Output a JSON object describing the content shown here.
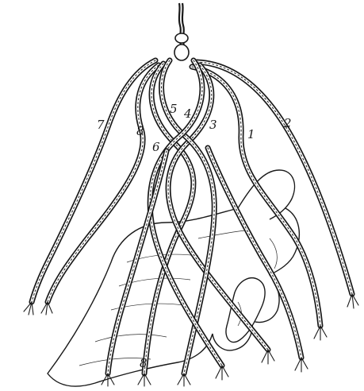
{
  "figure": {
    "strand_labels": [
      "1",
      "2",
      "3",
      "4",
      "5",
      "6",
      "7",
      "8",
      "8"
    ]
  }
}
